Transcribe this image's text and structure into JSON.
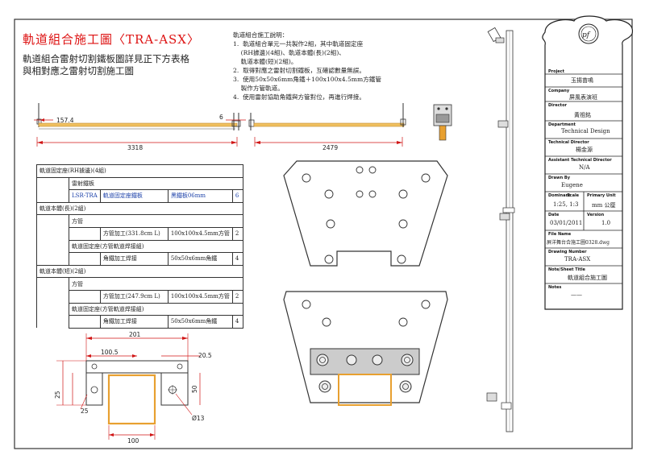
{
  "drawing": {
    "title": "軌道組合施工圖〈TRA-ASX〉",
    "subtitle_line1": "軌道組合雷射切割鐵板圖詳見正下方表格",
    "subtitle_line2": "與相對應之雷射切割施工圖"
  },
  "notes": {
    "heading": "軌道組合施工說明：",
    "lines": [
      "1.  軌道組合單元一共製作2組，其中軌道固定座",
      "    (RH據邊)(4組)、軌道本體(長)(2組)、",
      "    軌道本體(短)(2組)。",
      "2.  取得對應之雷射切割鐵板，互確認數量無誤。",
      "3.  使用50x50x6mm角鐵＋100x100x4.5mm方鐵管",
      "    製作方管軌道。",
      "4.  使用雷射協助角鐵與方管對位，再進行焊接。"
    ]
  },
  "dimensions": {
    "rail_long_offset": "157.4",
    "rail_long_gap": "6",
    "rail_long_length": "3318",
    "rail_short_length": "2479",
    "bracket_width": "201",
    "bracket_inner": "100.5",
    "bracket_edge": "20.5",
    "bracket_height_left": "25",
    "bracket_height_bottom": "25",
    "bracket_hole_height": "50",
    "bracket_hole_dia": "Ø13",
    "bracket_tube": "100"
  },
  "parts_table": {
    "rows": [
      {
        "c1": "軌道固定座(RH據邊)(4組)",
        "c2": "",
        "c3": "",
        "c4": "",
        "c5": "",
        "type": "section"
      },
      {
        "c1": "",
        "c2": "雷射鐵板",
        "c3": "",
        "c4": "",
        "c5": "",
        "type": "sub"
      },
      {
        "c1": "",
        "c2": "LSR-TRA",
        "c3": "軌道固定座鐵板",
        "c4": "黑鐵板06mm",
        "c5": "6",
        "type": "item_blue"
      },
      {
        "c1": "軌道本體(長)(2組)",
        "c2": "",
        "c3": "",
        "c4": "",
        "c5": "",
        "type": "section"
      },
      {
        "c1": "",
        "c2": "方管",
        "c3": "",
        "c4": "",
        "c5": "",
        "type": "sub"
      },
      {
        "c1": "",
        "c2": "",
        "c3": "方管加工(331.8cm L)",
        "c4": "100x100x4.5mm方管",
        "c5": "2",
        "type": "item"
      },
      {
        "c1": "",
        "c2": "軌道固定座(方管軌道焊接組)",
        "c3": "",
        "c4": "",
        "c5": "",
        "type": "sub"
      },
      {
        "c1": "",
        "c2": "",
        "c3": "角鐵加工焊接",
        "c4": "50x50x6mm角鐵",
        "c5": "4",
        "type": "item"
      },
      {
        "c1": "軌道本體(短)(2組)",
        "c2": "",
        "c3": "",
        "c4": "",
        "c5": "",
        "type": "section"
      },
      {
        "c1": "",
        "c2": "方管",
        "c3": "",
        "c4": "",
        "c5": "",
        "type": "sub"
      },
      {
        "c1": "",
        "c2": "",
        "c3": "方管加工(247.9cm L)",
        "c4": "100x100x4.5mm方管",
        "c5": "2",
        "type": "item"
      },
      {
        "c1": "",
        "c2": "軌道固定座(方管軌道焊接組)",
        "c3": "",
        "c4": "",
        "c5": "",
        "type": "sub"
      },
      {
        "c1": "",
        "c2": "",
        "c3": "角鐵加工焊接",
        "c4": "50x50x6mm角鐵",
        "c5": "4",
        "type": "item"
      }
    ]
  },
  "title_block": {
    "logo": "pf",
    "project_label": "Project",
    "project": "玉揚苗鳴",
    "company_label": "Company",
    "company": "屏風表演班",
    "director_label": "Director",
    "director": "黃祖銘",
    "department_label": "Department",
    "department": "Technical Design",
    "tech_director_label": "Technical Director",
    "tech_director": "楊金源",
    "asst_director_label": "Assistant Technical Director",
    "asst_director": "N/A",
    "drawn_label": "Drawn By",
    "drawn": "Eugene",
    "date_label": "Date",
    "date": "03/01/2011",
    "version_label": "Version",
    "version": "1.0",
    "scale_label": "Scale",
    "scale": "1:25, 1:3",
    "unit_label": "Primary Unit",
    "unit": "mm 公厘",
    "dominant_label": "Dominant",
    "file_label": "File Name",
    "file": "屏洋舞台合施工圖0328.dwg",
    "drawing_label": "Drawing Number",
    "drawing_number": "TRA-ASX",
    "sheet_label": "Note/Sheet Title",
    "sheet_title": "軌道組合施工圖",
    "notes_label": "Notes",
    "notes_value": "——"
  },
  "colors": {
    "title_red": "#d11111",
    "dim_red": "#d01515",
    "rail_yellow": "#f0c060",
    "tube_orange": "#e8a030",
    "blue_text": "#1a3fa8"
  }
}
